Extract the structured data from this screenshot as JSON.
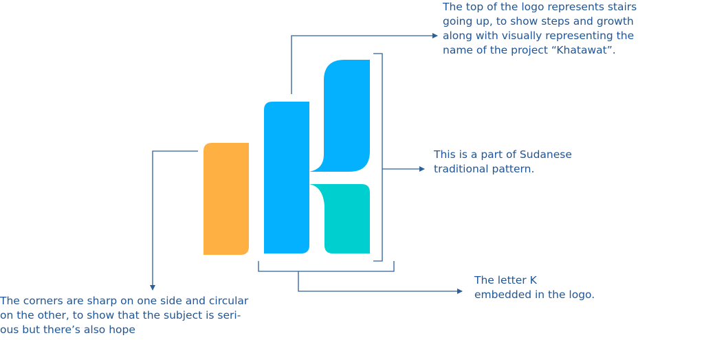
{
  "colors": {
    "orange": "#ffb042",
    "blue": "#03b1fe",
    "teal": "#00cfd0",
    "line": "#2d5f98",
    "text": "#1f5596"
  },
  "annotations": {
    "stairs": [
      "The top of the logo represents stairs",
      "going up, to show steps and growth",
      "along with visually representing the",
      "name of the project “Khatawat”."
    ],
    "pattern": [
      "This is a part of Sudanese",
      "traditional pattern."
    ],
    "letter_k": [
      "The letter K",
      "embedded in the logo."
    ],
    "corners": [
      "The corners are sharp on one side and circular",
      "on the other, to show that the subject is seri-",
      "ous but there’s also hope"
    ]
  }
}
